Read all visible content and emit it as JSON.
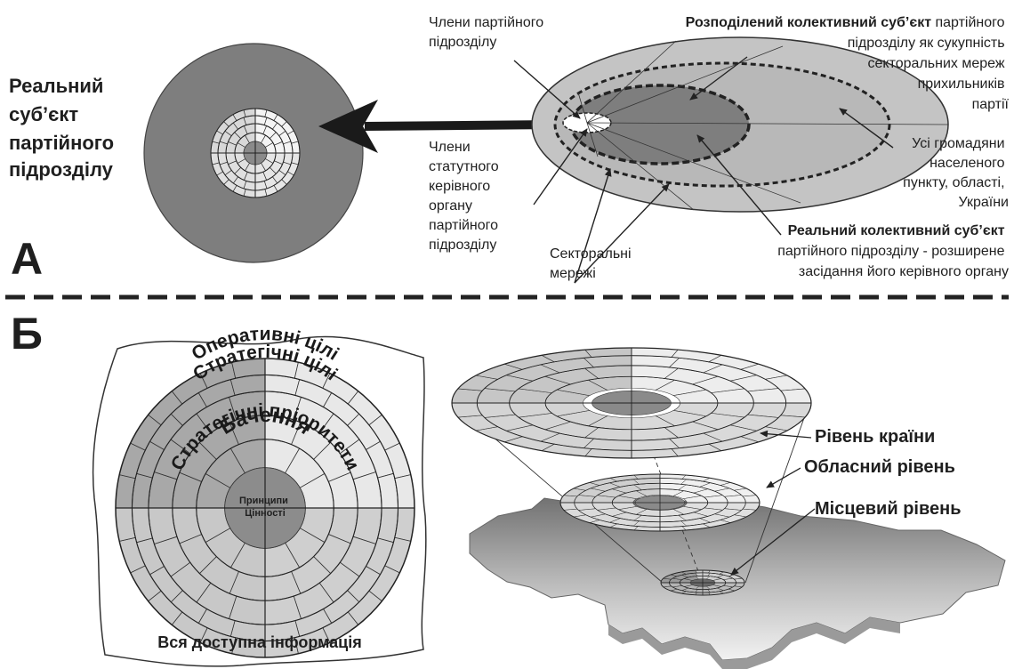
{
  "section_a": {
    "letter": "А",
    "real_subject": [
      "Реальний",
      "суб’єкт",
      "партійного",
      "підрозділу"
    ],
    "members_unit": [
      "Члени партійного",
      "підрозділу"
    ],
    "distributed_bold": "Розподілений колективний суб’єкт",
    "distributed_rest": [
      " партійного",
      "підрозділу як сукупність",
      "секторальних мереж",
      "прихильників",
      "партії"
    ],
    "citizens": [
      "Усі громадяни",
      "населеного",
      "пункту, області,",
      "України"
    ],
    "members_board": [
      "Члени",
      "статутного",
      "керівного",
      "органу",
      "партійного",
      "підрозділу"
    ],
    "sector_networks": [
      "Секторальні",
      "мережі"
    ],
    "real_collective_bold": "Реальний колективний суб’єкт",
    "real_collective_rest": [
      "партійного підрозділу  - розширене",
      "засідання його керівного органу"
    ]
  },
  "section_b": {
    "letter": "Б",
    "ring_labels": {
      "operational": "Оперативні цілі",
      "strategic_goals": "Стратегічні цілі",
      "strategic_priorities": "Стратегічні пріоритети",
      "vision": "Бачення"
    },
    "core": [
      "Принципи",
      "Цінності"
    ],
    "all_info": "Вся доступна інформація",
    "levels": {
      "country": "Рівень країни",
      "regional": "Обласний рівень",
      "local": "Місцевий рівень"
    }
  }
}
